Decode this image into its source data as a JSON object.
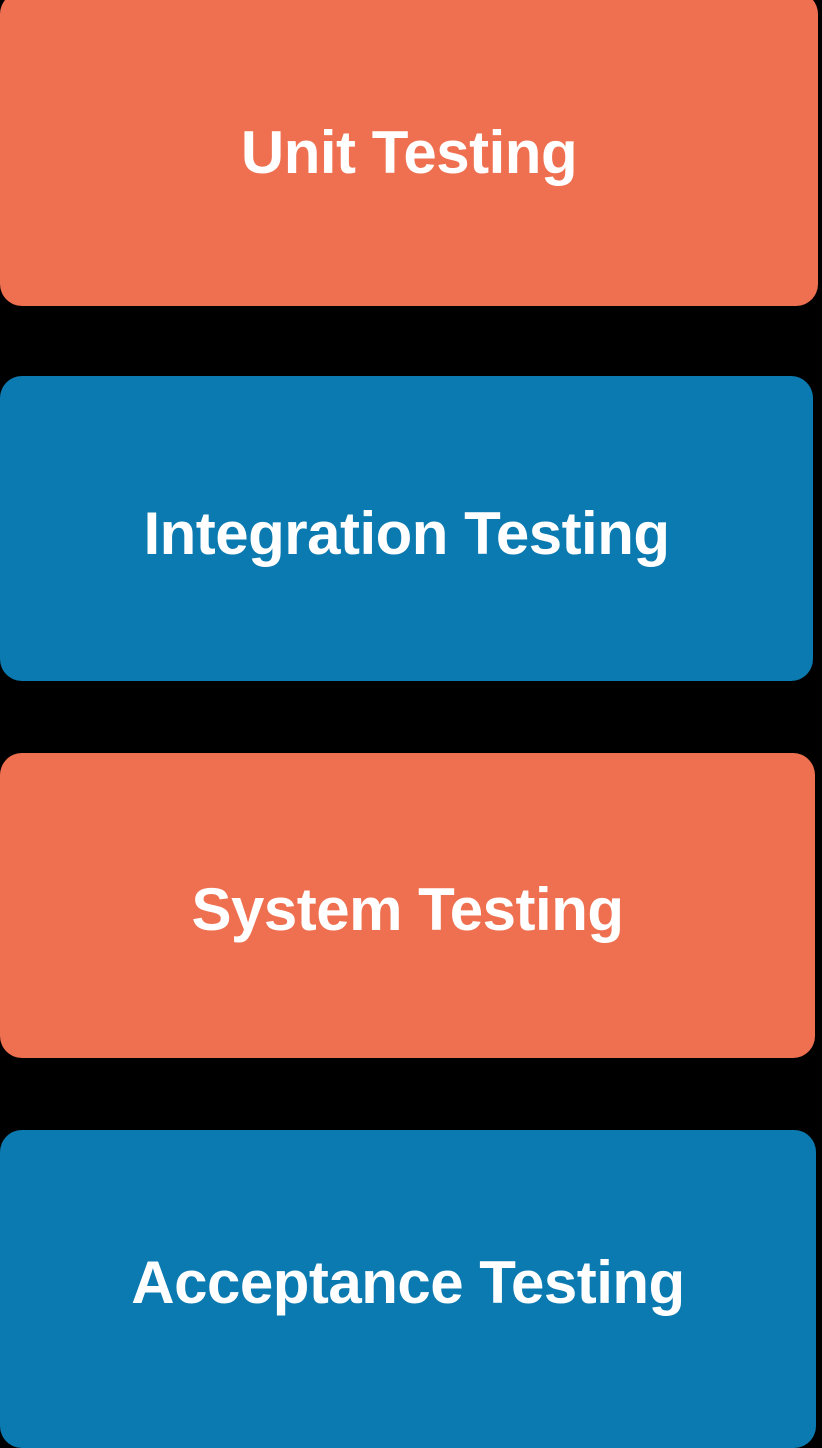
{
  "diagram": {
    "type": "process-stack",
    "orientation": "vertical",
    "background_color": "#000000",
    "text_color": "#ffffff",
    "palette": {
      "orange": "#ee7050",
      "blue": "#0b7ab0"
    },
    "stages": [
      {
        "label": "Unit Testing",
        "color": "#ee7050",
        "color_name": "orange",
        "order": 1
      },
      {
        "label": "Integration Testing",
        "color": "#0b7ab0",
        "color_name": "blue",
        "order": 2
      },
      {
        "label": "System Testing",
        "color": "#ee7050",
        "color_name": "orange",
        "order": 3
      },
      {
        "label": "Acceptance Testing",
        "color": "#0b7ab0",
        "color_name": "blue",
        "order": 4
      }
    ]
  }
}
